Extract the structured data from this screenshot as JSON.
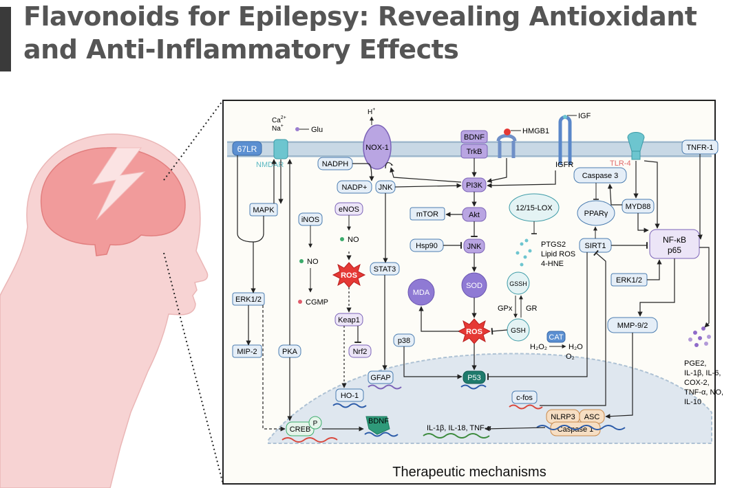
{
  "title": {
    "line1": "Flavonoids for Epilepsy: Revealing Antioxidant",
    "line2": "and Anti-Inflammatory Effects"
  },
  "caption": "Therapeutic mechanisms",
  "colors": {
    "title": "#555555",
    "accent_bar": "#3a3a3a",
    "head": "#f4c3c3",
    "brain": "#f08c8c",
    "membrane": "#c9d8e4",
    "nucleus": "#dde6ef",
    "box_fill": "#e5eef7",
    "box_stroke": "#4a7cb0",
    "purple_fill": "#b9a5e2",
    "ros": "#e53935",
    "p53": "#1f7a6c"
  },
  "labels": {
    "ca": "Ca",
    "ca_sup": "2+",
    "na": "Na",
    "na_sup": "+",
    "glu": "Glu",
    "h": "H",
    "h_sup": "+",
    "nmdar": "NMDAR",
    "lr67": "67LR",
    "nox1": "NOX-1",
    "bdnf_top": "BDNF",
    "trkb": "TrkB",
    "hmgb1": "HMGB1",
    "igf": "IGF",
    "igfr": "IGFR",
    "tlr4": "TLR-4",
    "tnfr1": "TNFR-1",
    "nadph": "NADPH",
    "nadp": "NADP+",
    "jnk_a": "JNK",
    "pi3k": "PI3K",
    "caspase3": "Caspase 3",
    "mapk": "MAPK",
    "inos": "iNOS",
    "enos": "eNOS",
    "no1": "NO",
    "no2": "NO",
    "cgmp": "CGMP",
    "mtor": "mTOR",
    "akt": "Akt",
    "lox": "12/15-LOX",
    "pparg": "PPARγ",
    "myd88": "MYD88",
    "hsp90": "Hsp90",
    "jnk_b": "JNK",
    "ptgs2": "PTGS2",
    "lipid_ros": "Lipid ROS",
    "hne": "4-HNE",
    "sirt1": "SIRT1",
    "nfkb": "NF-κB",
    "p65": "p65",
    "ros_a": "ROS",
    "stat3": "STAT3",
    "mda": "MDA",
    "sod": "SOD",
    "gssh": "GSSH",
    "gpx": "GPx",
    "gr": "GR",
    "gsh": "GSH",
    "erk12_a": "ERK1/2",
    "erk12_b": "ERK1/2",
    "keap1": "Keap1",
    "nrf2": "Nrf2",
    "ros_b": "ROS",
    "cat": "CAT",
    "h2o2": "H₂O₂",
    "h2o": "H₂O",
    "o2": "O₂",
    "mmp92": "MMP-9/2",
    "mip2": "MIP-2",
    "pka": "PKA",
    "p38": "p38",
    "gfap": "GFAP",
    "p53": "P53",
    "ho1": "HO-1",
    "cfos": "c-fos",
    "creb": "CREB",
    "p": "P",
    "bdnf_bottom": "BDNF",
    "cytokines": "IL-1β, IL-18, TNF-α",
    "nlrp3": "NLRP3",
    "asc": "ASC",
    "caspase1": "Caspase 1",
    "pge2_list": [
      "PGE2,",
      "IL-1β, IL-6,",
      "COX-2,",
      "TNF-α, NO,",
      "IL-10"
    ]
  }
}
